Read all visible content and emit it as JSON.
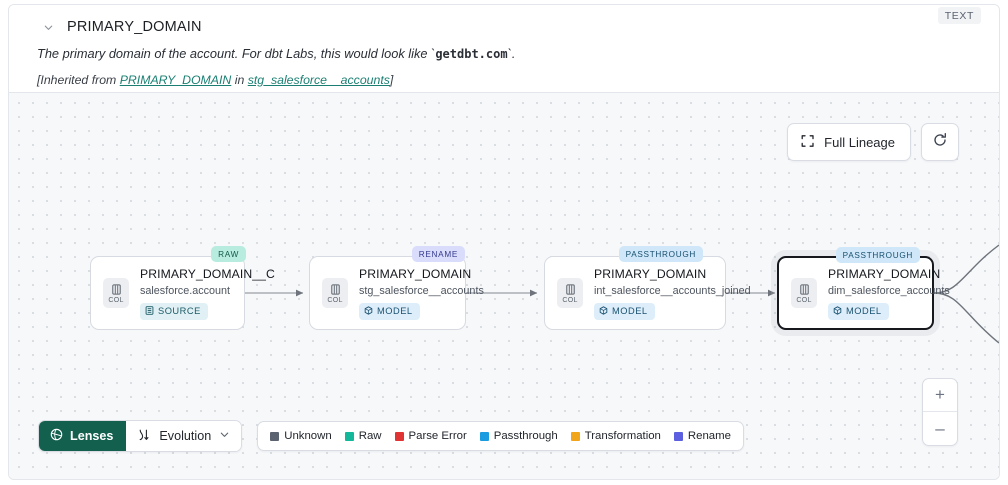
{
  "header": {
    "collapse_icon": "chevron-down-icon",
    "column_name": "PRIMARY_DOMAIN",
    "type_badge": "TEXT",
    "description_prefix": "The primary domain of the account. For dbt Labs, this would look like `",
    "description_code": "getdbt.com",
    "description_suffix": "`.",
    "inherited_open": "[Inherited from ",
    "inherited_link1": "PRIMARY_DOMAIN",
    "inherited_mid": " in ",
    "inherited_link2": "stg_salesforce__accounts",
    "inherited_close": "]"
  },
  "toolbar": {
    "full_lineage_label": "Full Lineage",
    "full_lineage_icon": "expand-icon",
    "refresh_icon": "refresh-icon"
  },
  "zoom_controls": {
    "zoom_in_label": "+",
    "zoom_out_label": "–"
  },
  "graph": {
    "col_icon_label": "COL",
    "nodes": [
      {
        "badge": "RAW",
        "badge_kind": "raw",
        "title": "PRIMARY_DOMAIN__C",
        "subtitle": "salesforce.account",
        "tag": "SOURCE",
        "tag_kind": "source",
        "selected": false
      },
      {
        "badge": "RENAME",
        "badge_kind": "rename",
        "title": "PRIMARY_DOMAIN",
        "subtitle": "stg_salesforce__accounts",
        "tag": "MODEL",
        "tag_kind": "model",
        "selected": false
      },
      {
        "badge": "PASSTHROUGH",
        "badge_kind": "passthrough",
        "title": "PRIMARY_DOMAIN",
        "subtitle": "int_salesforce__accounts_joined",
        "tag": "MODEL",
        "tag_kind": "model",
        "selected": false
      },
      {
        "badge": "PASSTHROUGH",
        "badge_kind": "passthrough",
        "title": "PRIMARY_DOMAIN",
        "subtitle": "dim_salesforce_accounts",
        "tag": "MODEL",
        "tag_kind": "model",
        "selected": true
      }
    ]
  },
  "bottom_toolbar": {
    "lenses_label": "Lenses",
    "lenses_icon": "lens-icon",
    "evolution_label": "Evolution",
    "evolution_icon": "evolution-icon",
    "evolution_caret": "chevron-down-icon"
  },
  "legend": {
    "items": [
      {
        "label": "Unknown",
        "color": "#5b6370"
      },
      {
        "label": "Raw",
        "color": "#14b79a"
      },
      {
        "label": "Parse Error",
        "color": "#e03434"
      },
      {
        "label": "Passthrough",
        "color": "#1b9be0"
      },
      {
        "label": "Transformation",
        "color": "#f0a51b"
      },
      {
        "label": "Rename",
        "color": "#5b5fe0"
      }
    ]
  }
}
